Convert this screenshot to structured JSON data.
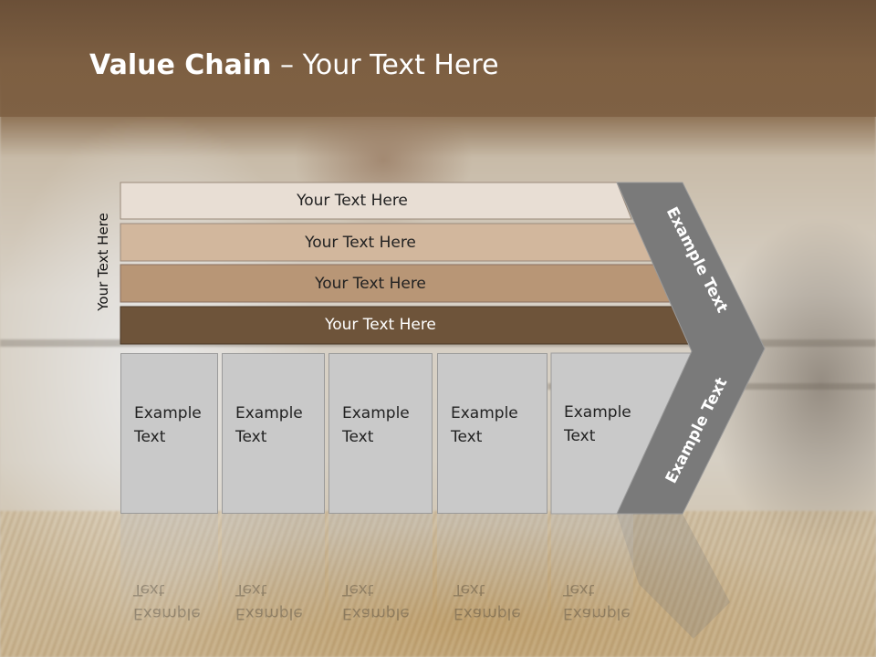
{
  "slide": {
    "title_bold": "Value Chain",
    "title_rest": " – Your Text Here",
    "side_label": "Your Text Here"
  },
  "stripes": [
    {
      "label": "Your Text Here",
      "color": "#e8ded4"
    },
    {
      "label": "Your Text Here",
      "color": "#d2b79d"
    },
    {
      "label": "Your Text Here",
      "color": "#b89676"
    },
    {
      "label": "Your Text Here",
      "color": "#6e543a"
    }
  ],
  "boxes": [
    {
      "line1": "Example",
      "line2": "Text"
    },
    {
      "line1": "Example",
      "line2": "Text"
    },
    {
      "line1": "Example",
      "line2": "Text"
    },
    {
      "line1": "Example",
      "line2": "Text"
    },
    {
      "line1": "Example",
      "line2": "Text"
    }
  ],
  "chevron": {
    "upper_label": "Example Text",
    "lower_label": "Example Text",
    "color": "#7a7a7a"
  }
}
